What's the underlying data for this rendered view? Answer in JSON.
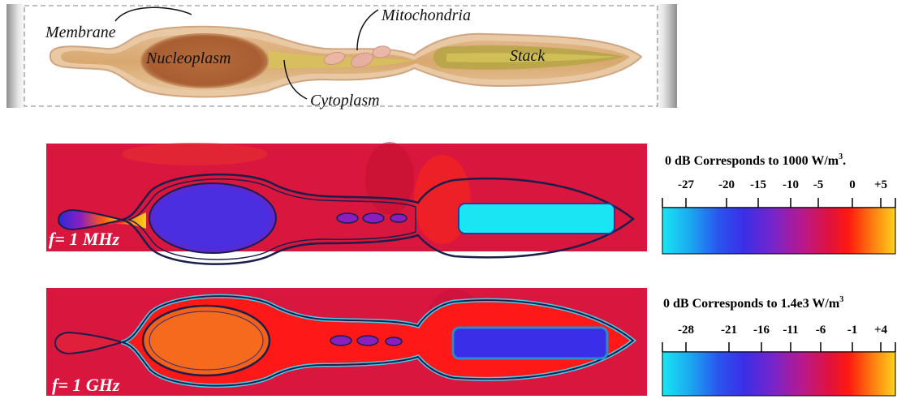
{
  "labels": {
    "membrane": "Membrane",
    "nucleoplasm": "Nucleoplasm",
    "mitochondria": "Mitochondria",
    "stack": "Stack",
    "cytoplasm": "Cytoplasm"
  },
  "panels": [
    {
      "frequency_label": "f= 1 MHz",
      "colorbar": {
        "title": "0 dB Corresponds to  1000 W/m",
        "title_sup": "3",
        "title_suffix": ".",
        "ticks": [
          "-27",
          "-20",
          "-15",
          "-10",
          "-5",
          "0",
          "+5"
        ]
      }
    },
    {
      "frequency_label": "f= 1 GHz",
      "colorbar": {
        "title": "0 dB Corresponds to 1.4e3 W/m",
        "title_sup": "3",
        "title_suffix": "",
        "ticks": [
          "-28",
          "-21",
          "-16",
          "-11",
          "-6",
          "-1",
          "+4"
        ]
      }
    }
  ],
  "colors": {
    "background_red": "#d9163e",
    "cyan": "#19e6f2",
    "blue": "#3a2ee8",
    "orange": "#f2601a",
    "purple": "#8a1fc0",
    "yellow": "#f7d21c",
    "outline": "#1b1e4a"
  }
}
